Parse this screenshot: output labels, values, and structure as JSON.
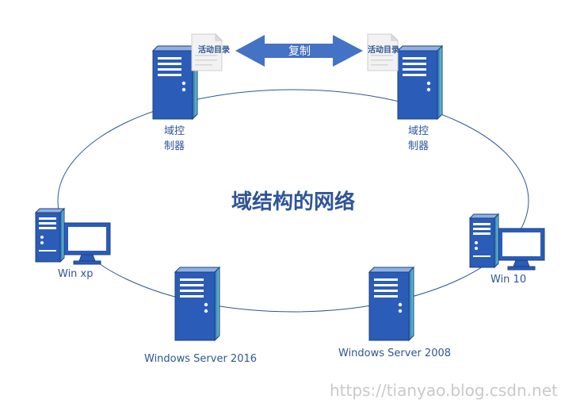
{
  "diagram": {
    "title": "域结构的网络",
    "replication_label": "复制",
    "active_directory_label": "活动目录",
    "domain_controller_line1": "域控",
    "domain_controller_line2": "制器",
    "nodes": {
      "winxp": "Win xp",
      "win10": "Win 10",
      "server2016": "Windows Server 2016",
      "server2008": "Windows Server 2008"
    }
  },
  "watermark": "https://tianyao.blog.csdn.net",
  "colors": {
    "label": "#2f5597",
    "server_front": "#2a5cb8",
    "server_side": "#4fb6c6",
    "arrow": "#4472c4",
    "ellipse": "#2f5597"
  }
}
